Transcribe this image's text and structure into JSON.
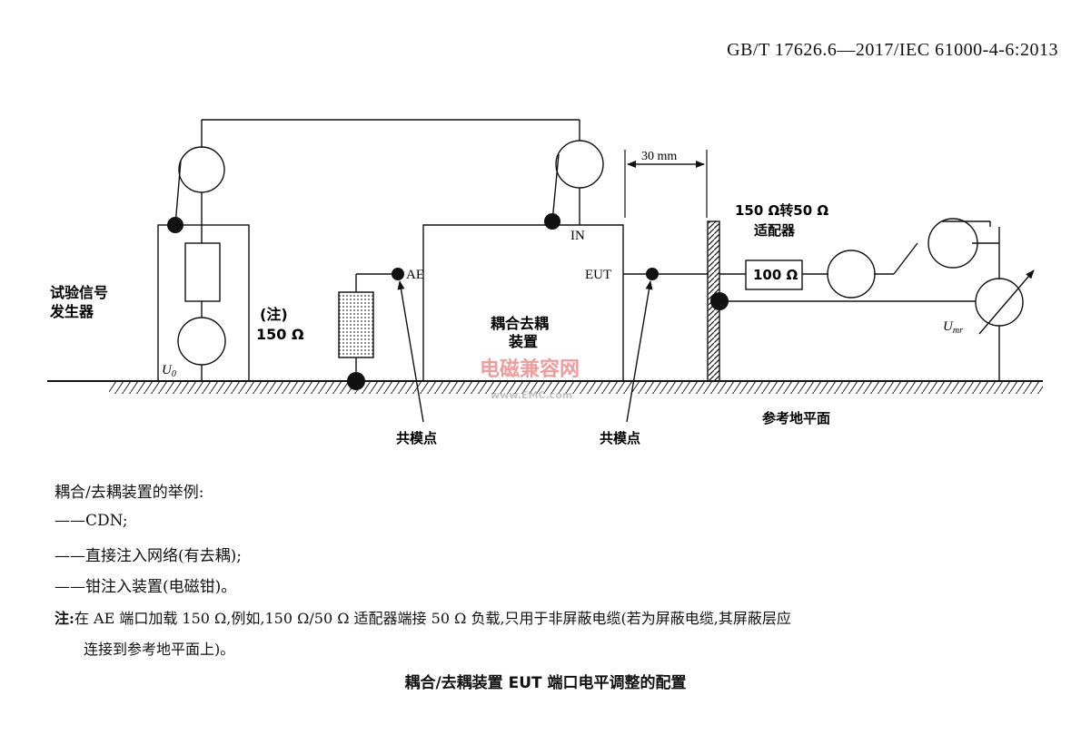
{
  "header": {
    "standard_code": "GB/T 17626.6—2017/IEC 61000-4-6:2013"
  },
  "diagram": {
    "gen_label_line1": "试验信号",
    "gen_label_line2": "发生器",
    "note_label": "(注)",
    "impedance_150": "150 Ω",
    "u0": "U",
    "u0_sub": "0",
    "ae_label": "AE",
    "in_label": "IN",
    "eut_label": "EUT",
    "cdn_label_line1": "耦合去耦",
    "cdn_label_line2": "装置",
    "distance_label": "30 mm",
    "adapter_label_line1": "150 Ω转50 Ω",
    "adapter_label_line2": "适配器",
    "resistor_100": "100 Ω",
    "umr": "U",
    "umr_sub": "mr",
    "common_mode_left": "共模点",
    "common_mode_right": "共模点",
    "ground_plane": "参考地平面",
    "watermark_cn": "电磁兼容网",
    "watermark_url": "www.EMC.com"
  },
  "notes": {
    "examples_title": "耦合/去耦装置的举例:",
    "item1": "——CDN;",
    "item2": "——直接注入网络(有去耦);",
    "item3": "——钳注入装置(电磁钳)。",
    "note_prefix": "注:",
    "note_line1": "在 AE 端口加载 150 Ω,例如,150 Ω/50 Ω 适配器端接 50 Ω 负载,只用于非屏蔽电缆(若为屏蔽电缆,其屏蔽层应",
    "note_line2": "连接到参考地平面上)。"
  },
  "caption": "耦合/去耦装置 EUT 端口电平调整的配置"
}
